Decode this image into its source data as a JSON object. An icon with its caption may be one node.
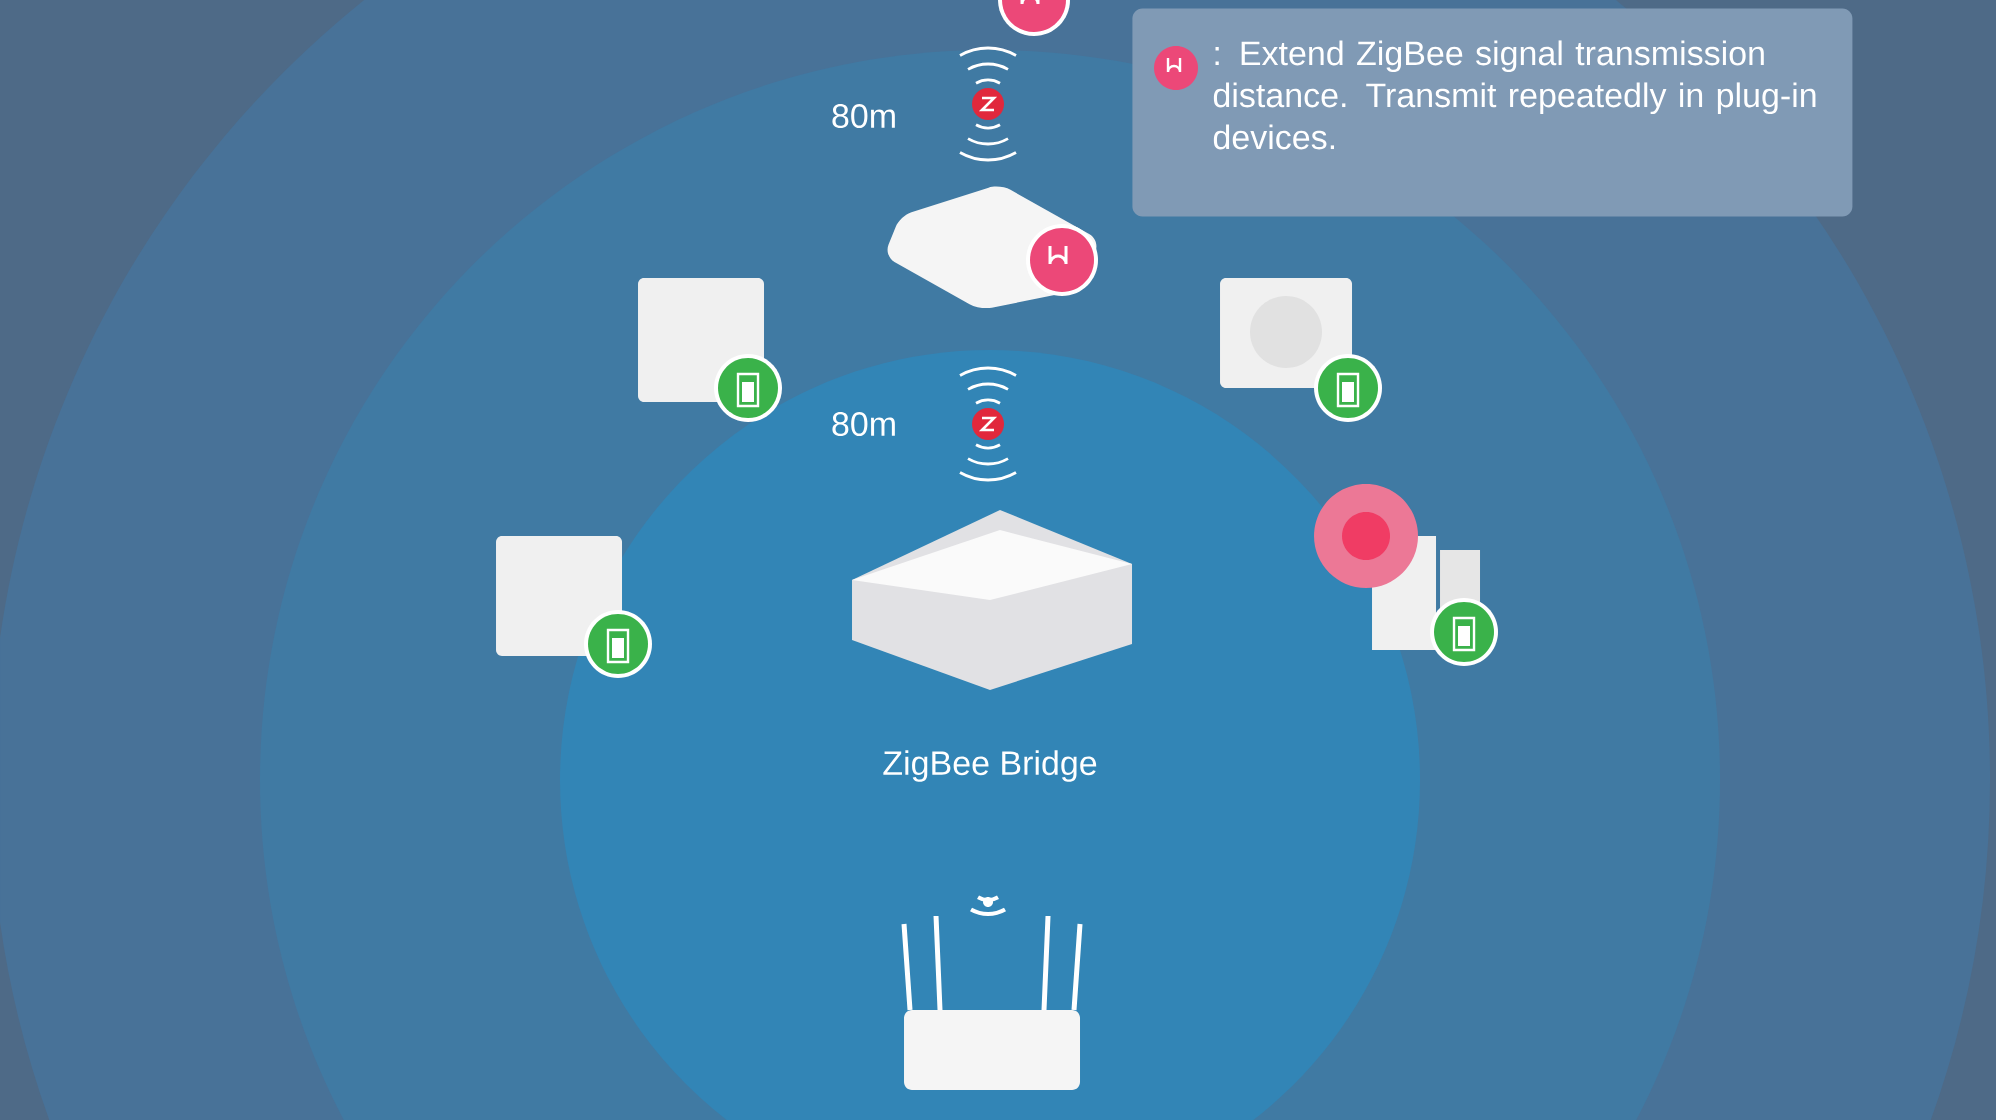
{
  "diagram": {
    "nodes": [
      {
        "text": [
          ": Extend ZigBee signal transmission distance. Transmit repeatedly in plug-in devices."
        ]
      },
      {
        "text": [],
        "shape": "picture",
        "beside": [
          "ZigBee Bridge"
        ]
      }
    ],
    "labels": [
      "80m",
      "80m"
    ]
  }
}
